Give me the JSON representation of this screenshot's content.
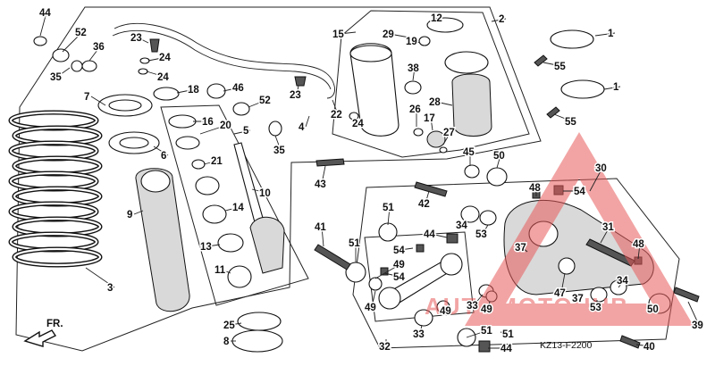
{
  "diagram": {
    "diagram_code": "KZ13-F2200",
    "direction_label": "FR.",
    "watermark_text": "AUTOMOTOHUB",
    "colors": {
      "ink": "#111111",
      "watermark": "#e85a5a",
      "background": "#ffffff"
    },
    "parts": [
      {
        "id": "p44a",
        "label": "44"
      },
      {
        "id": "p52a",
        "label": "52"
      },
      {
        "id": "p36",
        "label": "36"
      },
      {
        "id": "p35a",
        "label": "35"
      },
      {
        "id": "p7",
        "label": "7"
      },
      {
        "id": "p23a",
        "label": "23"
      },
      {
        "id": "p24a",
        "label": "24"
      },
      {
        "id": "p24b",
        "label": "24"
      },
      {
        "id": "p18",
        "label": "18"
      },
      {
        "id": "p46",
        "label": "46"
      },
      {
        "id": "p16",
        "label": "16"
      },
      {
        "id": "p20",
        "label": "20"
      },
      {
        "id": "p52b",
        "label": "52"
      },
      {
        "id": "p5",
        "label": "5"
      },
      {
        "id": "p35b",
        "label": "35"
      },
      {
        "id": "p4",
        "label": "4"
      },
      {
        "id": "p23b",
        "label": "23"
      },
      {
        "id": "p22",
        "label": "22"
      },
      {
        "id": "p24c",
        "label": "24"
      },
      {
        "id": "p6",
        "label": "6"
      },
      {
        "id": "p21",
        "label": "21"
      },
      {
        "id": "p9",
        "label": "9"
      },
      {
        "id": "p14",
        "label": "14"
      },
      {
        "id": "p10",
        "label": "10"
      },
      {
        "id": "p13",
        "label": "13"
      },
      {
        "id": "p11",
        "label": "11"
      },
      {
        "id": "p3",
        "label": "3"
      },
      {
        "id": "p25",
        "label": "25"
      },
      {
        "id": "p8",
        "label": "8"
      },
      {
        "id": "p15",
        "label": "15"
      },
      {
        "id": "p12",
        "label": "12"
      },
      {
        "id": "p2",
        "label": "2"
      },
      {
        "id": "p29",
        "label": "29"
      },
      {
        "id": "p19",
        "label": "19"
      },
      {
        "id": "p38",
        "label": "38"
      },
      {
        "id": "p28",
        "label": "28"
      },
      {
        "id": "p26",
        "label": "26"
      },
      {
        "id": "p17",
        "label": "17"
      },
      {
        "id": "p27",
        "label": "27"
      },
      {
        "id": "p1a",
        "label": "1"
      },
      {
        "id": "p55a",
        "label": "55"
      },
      {
        "id": "p1b",
        "label": "1"
      },
      {
        "id": "p55b",
        "label": "55"
      },
      {
        "id": "p43",
        "label": "43"
      },
      {
        "id": "p45",
        "label": "45"
      },
      {
        "id": "p50a",
        "label": "50"
      },
      {
        "id": "p30",
        "label": "30"
      },
      {
        "id": "p48a",
        "label": "48"
      },
      {
        "id": "p54a",
        "label": "54"
      },
      {
        "id": "p42",
        "label": "42"
      },
      {
        "id": "p34a",
        "label": "34"
      },
      {
        "id": "p53a",
        "label": "53"
      },
      {
        "id": "p31",
        "label": "31"
      },
      {
        "id": "p37a",
        "label": "37"
      },
      {
        "id": "p48b",
        "label": "48"
      },
      {
        "id": "p51a",
        "label": "51"
      },
      {
        "id": "p44b",
        "label": "44"
      },
      {
        "id": "p41",
        "label": "41"
      },
      {
        "id": "p51b",
        "label": "51"
      },
      {
        "id": "p54b",
        "label": "54"
      },
      {
        "id": "p49a",
        "label": "49"
      },
      {
        "id": "p54c",
        "label": "54"
      },
      {
        "id": "p49b",
        "label": "49"
      },
      {
        "id": "p33a",
        "label": "33"
      },
      {
        "id": "p49c",
        "label": "49"
      },
      {
        "id": "p47",
        "label": "47"
      },
      {
        "id": "p37b",
        "label": "37"
      },
      {
        "id": "p34b",
        "label": "34"
      },
      {
        "id": "p53b",
        "label": "53"
      },
      {
        "id": "p50b",
        "label": "50"
      },
      {
        "id": "p39",
        "label": "39"
      },
      {
        "id": "p49d",
        "label": "49"
      },
      {
        "id": "p33b",
        "label": "33"
      },
      {
        "id": "p51c",
        "label": "51"
      },
      {
        "id": "p44c",
        "label": "44"
      },
      {
        "id": "p51d",
        "label": "51"
      },
      {
        "id": "p32",
        "label": "32"
      },
      {
        "id": "p40",
        "label": "40"
      }
    ]
  }
}
